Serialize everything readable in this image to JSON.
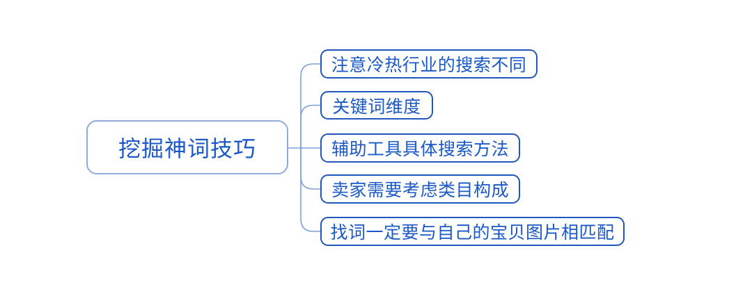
{
  "diagram": {
    "type": "mindmap",
    "root": {
      "label": "挖掘神词技巧"
    },
    "children": [
      {
        "label": "注意冷热行业的搜索不同"
      },
      {
        "label": "关键词维度"
      },
      {
        "label": "辅助工具具体搜索方法"
      },
      {
        "label": "卖家需要考虑类目构成"
      },
      {
        "label": "找词一定要与自己的宝贝图片相匹配"
      }
    ]
  },
  "colors": {
    "background": "#ffffff",
    "text": "#1b58c8",
    "root_border": "#8fa9dc",
    "child_border": "#2057b8",
    "connector": "#7c9fd8"
  }
}
